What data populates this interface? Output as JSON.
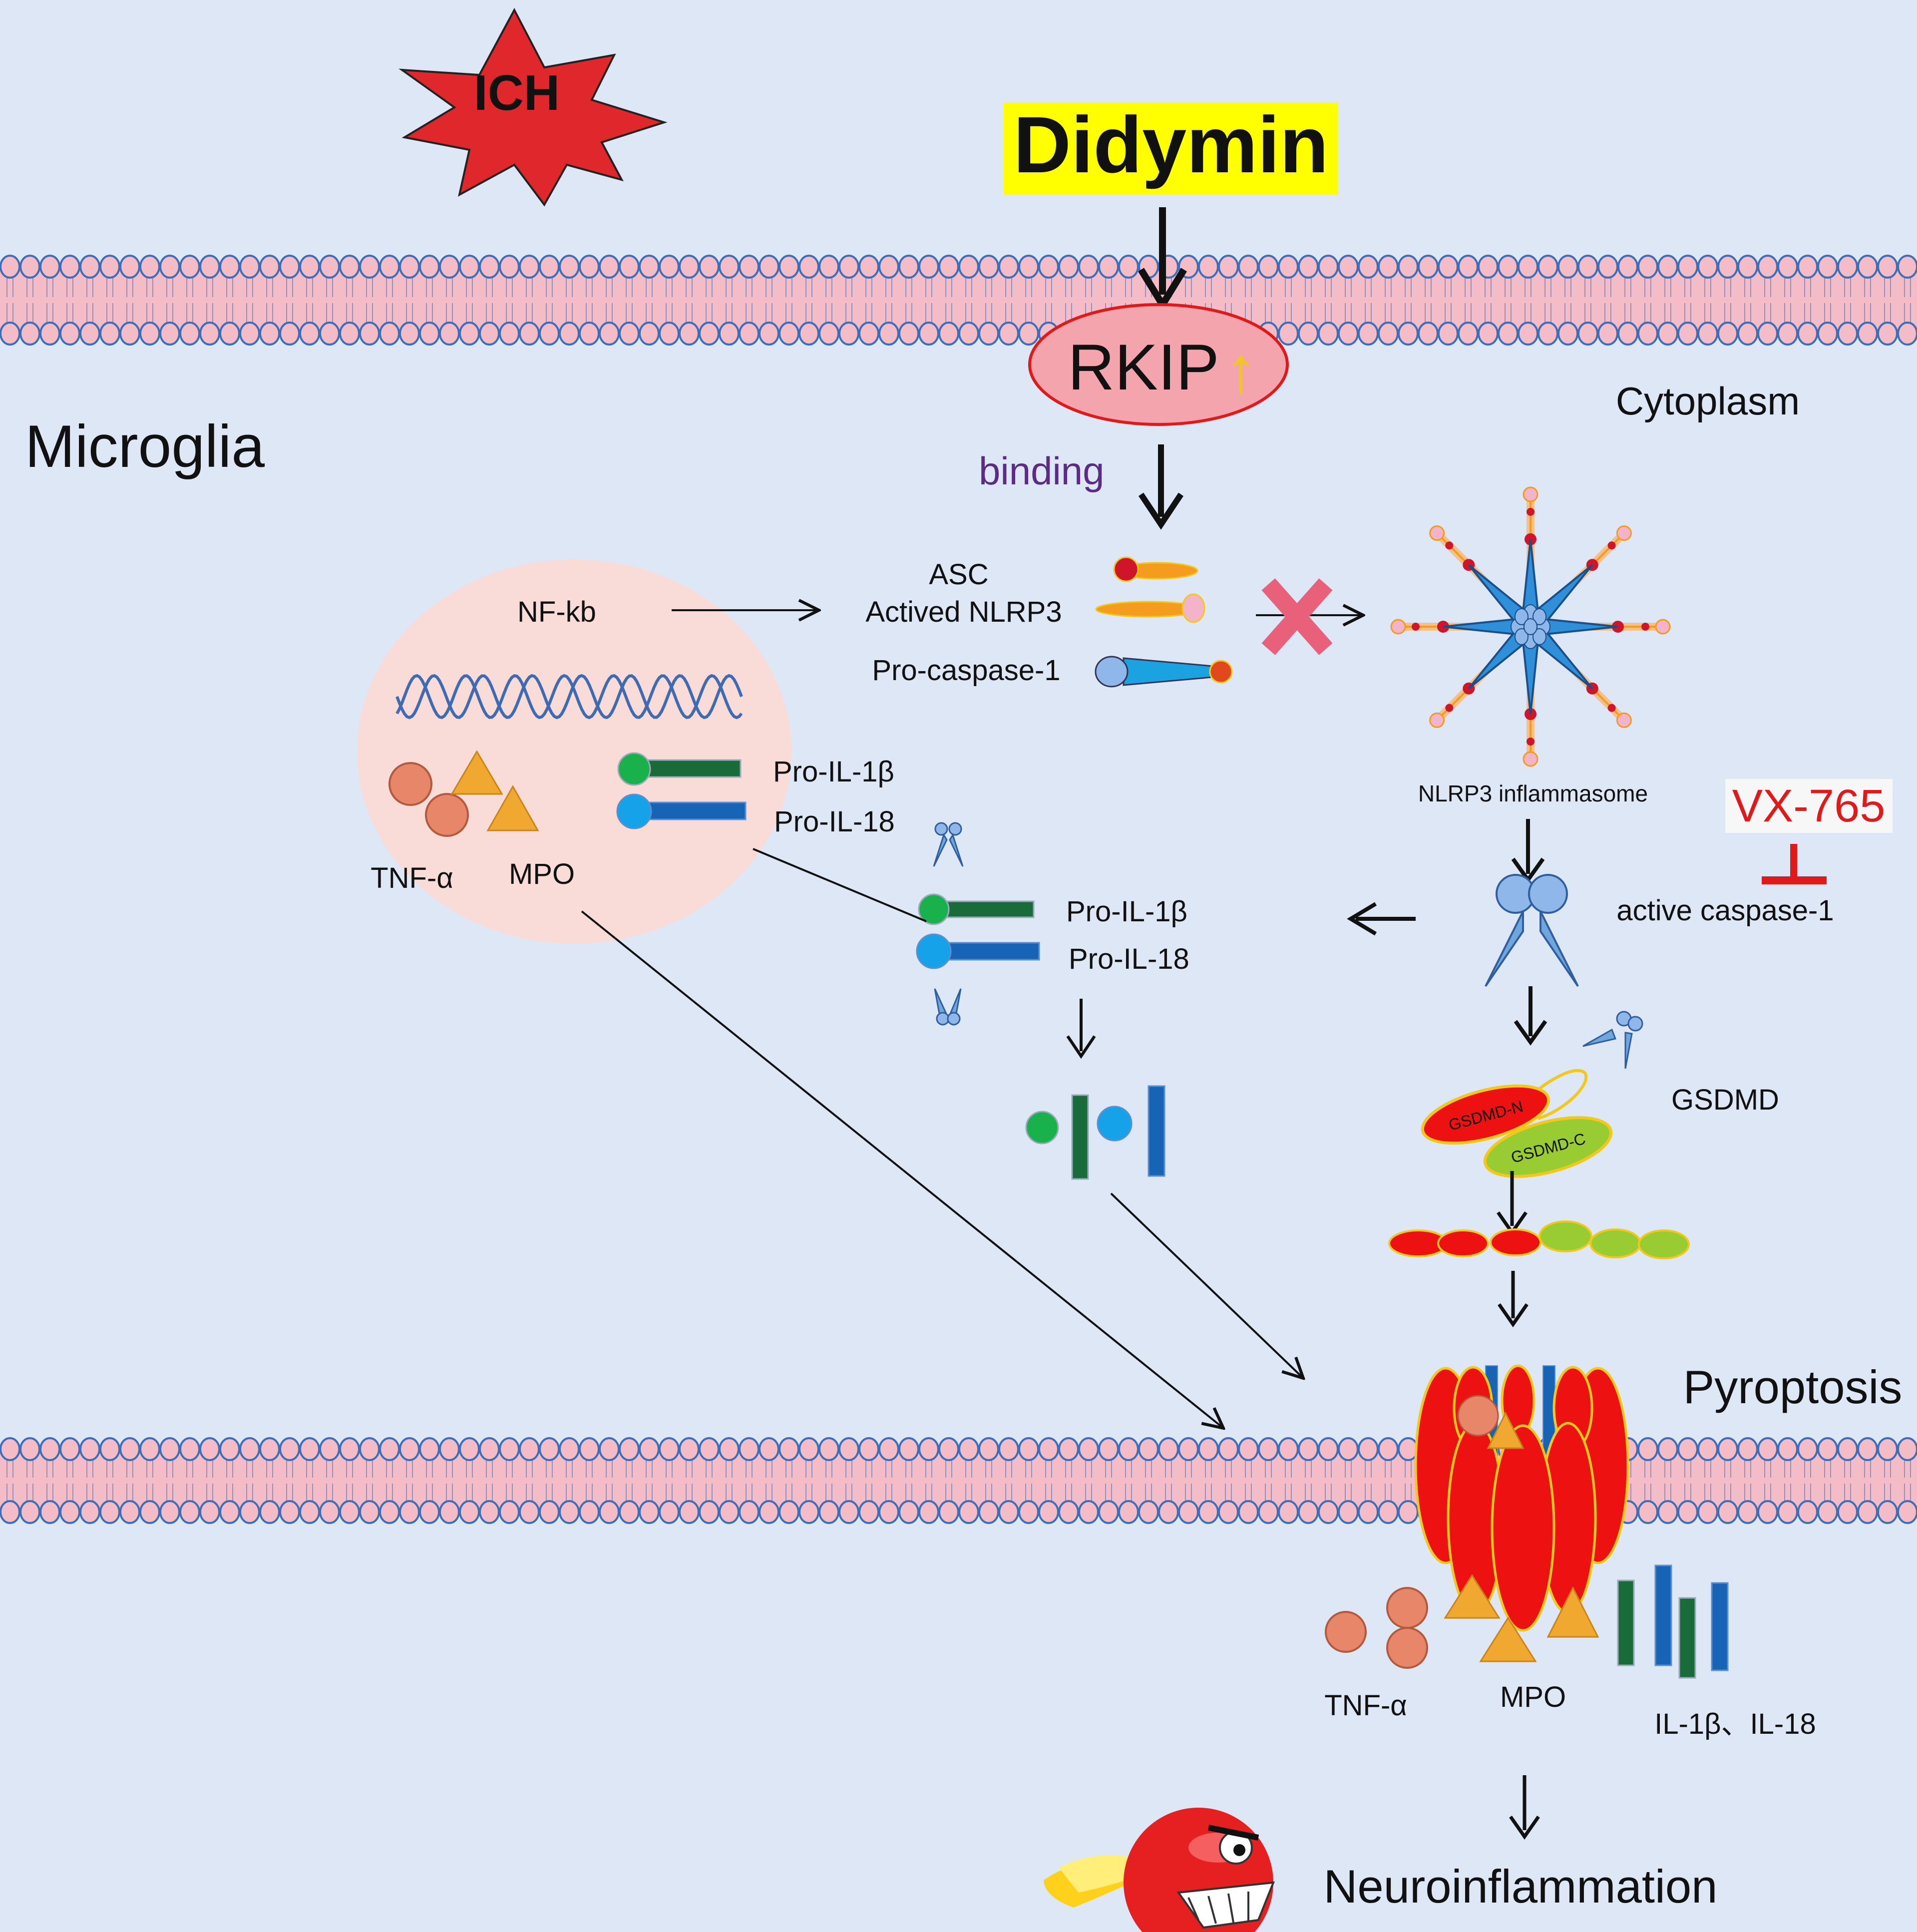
{
  "colors": {
    "background": "#dde7f6",
    "membrane_head_fill": "#f4bcc6",
    "membrane_head_stroke": "#3d6fb8",
    "didymin_highlight": "#ffff00",
    "rkip_fill": "#f4a4ac",
    "rkip_stroke": "#e01a1a",
    "inhibitor_red": "#e01a1a",
    "binding_text": "#5b2b86",
    "arrow_up_yellow": "#f2c81a",
    "nucleus_fill": "#f9dcd7",
    "gsdmd_n": "#ee1111",
    "gsdmd_c": "#99cc33",
    "tnf_circle": "#e8866a",
    "mpo_triangle": "#f0a830",
    "il1b_green": "#1a6b3a",
    "il18_blue": "#1763b5",
    "caspase_blue": "#6fa6dd"
  },
  "labels": {
    "ich": "ICH",
    "didymin": "Didymin",
    "rkip": "RKIP",
    "rkip_arrow": "↑",
    "cytoplasm": "Cytoplasm",
    "microglia": "Microglia",
    "binding": "binding",
    "asc": "ASC",
    "actived_nlrp3": "Actived NLRP3",
    "pro_caspase_1": "Pro-caspase-1",
    "nf_kb": "NF-kb",
    "pro_il1b_nucleus": "Pro-IL-1β",
    "pro_il18_nucleus": "Pro-IL-18",
    "tnf_nucleus": "TNF-α",
    "mpo_nucleus": "MPO",
    "nlrp3_inflammasome": "NLRP3 inflammasome",
    "vx765": "VX-765",
    "active_caspase_1": "active caspase-1",
    "pro_il1b_mid": "Pro-IL-1β",
    "pro_il18_mid": "Pro-IL-18",
    "gsdmd": "GSDMD",
    "gsdmd_n": "GSDMD-N",
    "gsdmd_c": "GSDMD-C",
    "pyroptosis": "Pyroptosis",
    "tnf_out": "TNF-α",
    "mpo_out": "MPO",
    "il_out": "IL-1β、IL-18",
    "neuroinflammation": "Neuroinflammation"
  },
  "icons": {
    "ich_burst": "explosion-burst-icon",
    "scissors": "scissors-icon",
    "cross": "block-cross-icon",
    "inhibit": "inhibition-t-bar-icon",
    "fireball": "angry-fireball-icon"
  }
}
